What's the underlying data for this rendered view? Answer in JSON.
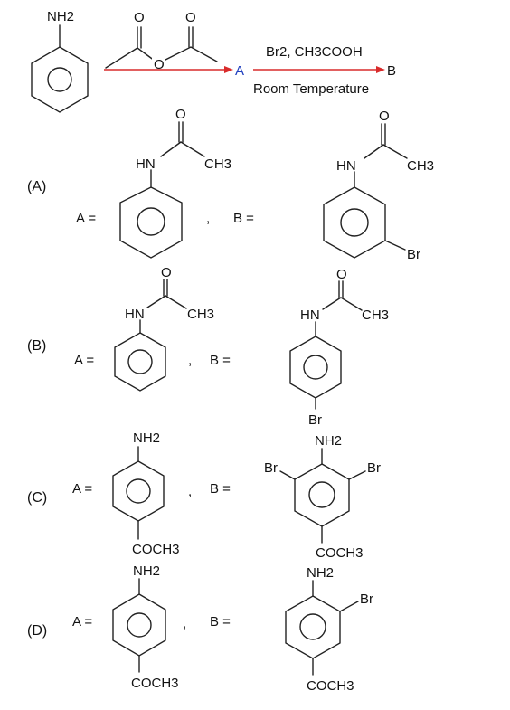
{
  "reaction": {
    "reactant_label": "NH2",
    "product_a_label": "A",
    "product_b_label": "B",
    "reagent_top": "Br2, CH3COOH",
    "reagent_bottom": "Room Temperature",
    "anhydride_o1": "O",
    "anhydride_o2": "O",
    "anhydride_o3": "O"
  },
  "options": [
    {
      "id": "(A)",
      "a_eq": "A =",
      "comma": ",",
      "b_eq": "B =",
      "a": {
        "o": "O",
        "hn": "HN",
        "ch3": "CH3"
      },
      "b": {
        "o": "O",
        "hn": "HN",
        "ch3": "CH3",
        "sub": "Br"
      }
    },
    {
      "id": "(B)",
      "a_eq": "A =",
      "comma": ",",
      "b_eq": "B =",
      "a": {
        "o": "O",
        "hn": "HN",
        "ch3": "CH3"
      },
      "b": {
        "o": "O",
        "hn": "HN",
        "ch3": "CH3",
        "sub": "Br"
      }
    },
    {
      "id": "(C)",
      "a_eq": "A =",
      "comma": ",",
      "b_eq": "B =",
      "a": {
        "top": "NH2",
        "bottom": "COCH3"
      },
      "b": {
        "top": "NH2",
        "bottom": "COCH3",
        "br_left": "Br",
        "br_right": "Br"
      }
    },
    {
      "id": "(D)",
      "a_eq": "A =",
      "comma": ",",
      "b_eq": "B =",
      "a": {
        "top": "NH2",
        "bottom": "COCH3"
      },
      "b": {
        "top": "NH2",
        "bottom": "COCH3",
        "br": "Br"
      }
    }
  ],
  "colors": {
    "arrow": "#d92b2b",
    "label_a": "#1f3fbf",
    "ink": "#222222"
  }
}
